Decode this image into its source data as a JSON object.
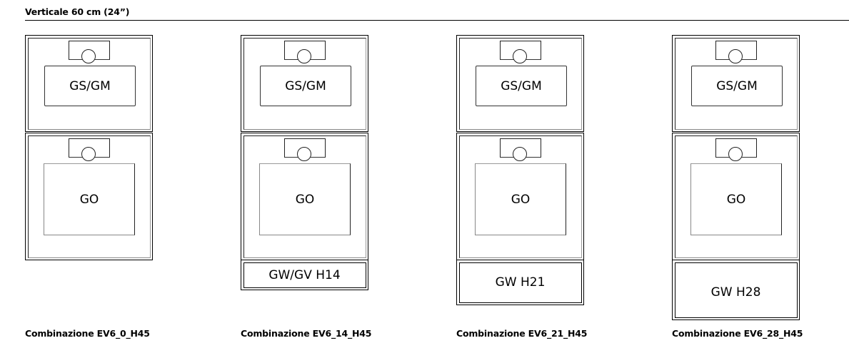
{
  "section": {
    "title": "Verticale 60 cm (24”)"
  },
  "combinations": [
    {
      "caption": "Combinazione EV6_0_H45",
      "top_module": "GS/GM",
      "oven_module": "GO",
      "drawer": null
    },
    {
      "caption": "Combinazione EV6_14_H45",
      "top_module": "GS/GM",
      "oven_module": "GO",
      "drawer": "GW/GV H14"
    },
    {
      "caption": "Combinazione EV6_21_H45",
      "top_module": "GS/GM",
      "oven_module": "GO",
      "drawer": "GW H21"
    },
    {
      "caption": "Combinazione EV6_28_H45",
      "top_module": "GS/GM",
      "oven_module": "GO",
      "drawer": "GW H28"
    }
  ],
  "icons": {
    "control_knob": "circle-knob-icon",
    "control_panel": "control-panel-rect"
  }
}
